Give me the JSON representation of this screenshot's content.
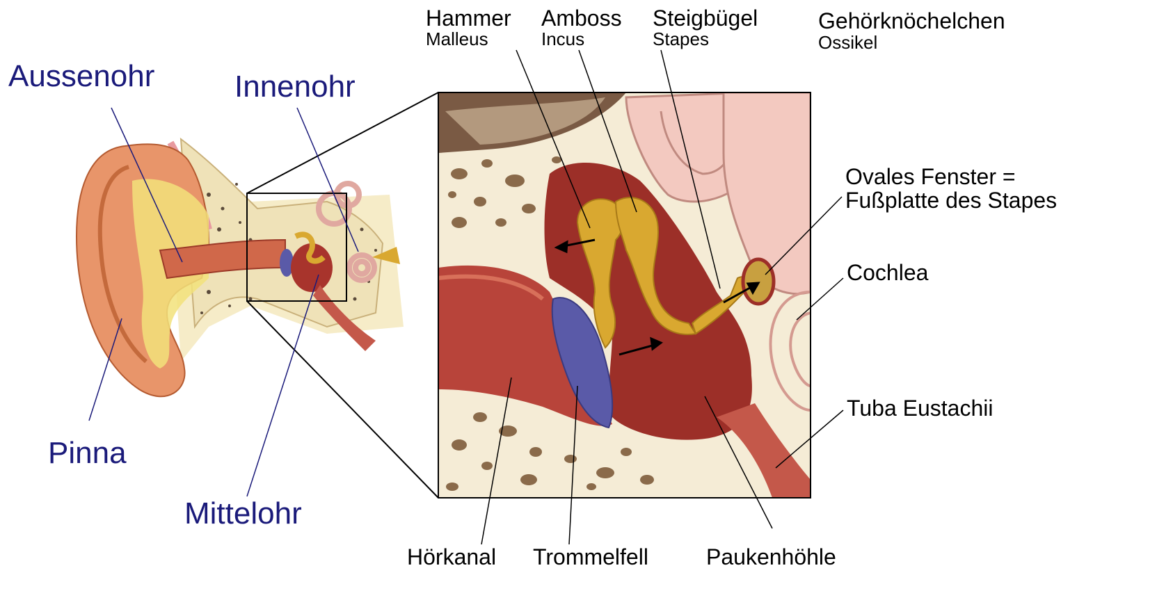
{
  "outer_labels": {
    "aussenohr": "Aussenohr",
    "innenohr": "Innenohr",
    "pinna": "Pinna",
    "mittelohr": "Mittelohr"
  },
  "ossicles": {
    "hammer": "Hammer",
    "malleus": "Malleus",
    "amboss": "Amboss",
    "incus": "Incus",
    "steigbuegel": "Steigbügel",
    "stapes": "Stapes",
    "group": "Gehörknöchelchen",
    "group_latin": "Ossikel"
  },
  "detail_labels": {
    "ovales_fenster_1": "Ovales Fenster =",
    "ovales_fenster_2": "Fußplatte des Stapes",
    "cochlea": "Cochlea",
    "tuba": "Tuba Eustachii",
    "hoerkanal": "Hörkanal",
    "trommelfell": "Trommelfell",
    "paukenhoehle": "Paukenhöhle"
  },
  "colors": {
    "label_blue": "#1a1a7a",
    "skin": "#e8956a",
    "bone": "#f3ead0",
    "bone_spots": "#b58a5a",
    "canal": "#b8443a",
    "cavity": "#9c2f28",
    "ossicle_gold": "#d9a830",
    "eardrum": "#5a5aa8",
    "cartilage": "#f2e27a",
    "inner_ear": "#f3c9c0"
  }
}
